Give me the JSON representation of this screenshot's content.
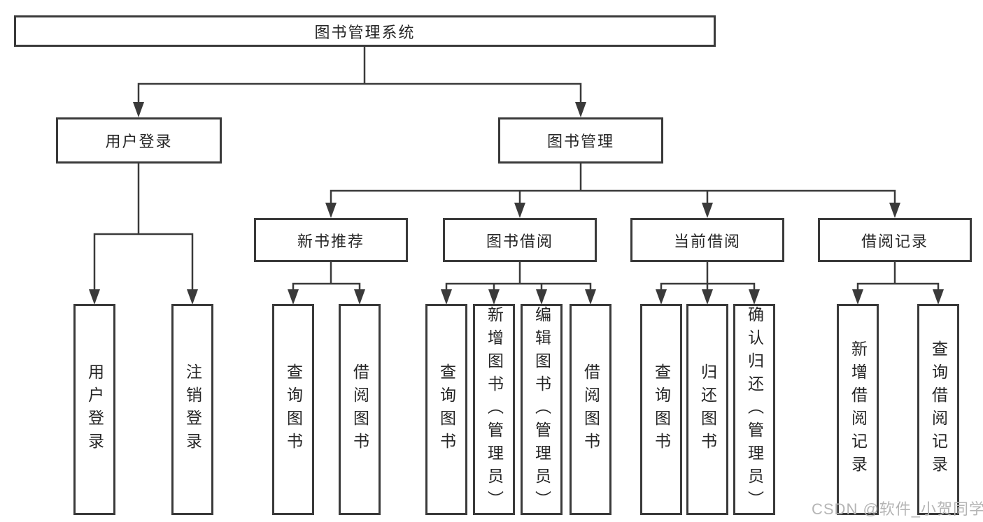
{
  "diagram": {
    "type": "tree",
    "root": {
      "label": "图书管理系统"
    },
    "branches": [
      {
        "label": "用户登录"
      },
      {
        "label": "图书管理"
      }
    ],
    "modules": [
      {
        "label": "新书推荐",
        "parent": "图书管理"
      },
      {
        "label": "图书借阅",
        "parent": "图书管理"
      },
      {
        "label": "当前借阅",
        "parent": "图书管理"
      },
      {
        "label": "借阅记录",
        "parent": "图书管理"
      }
    ],
    "leaves": [
      {
        "group": "用户登录",
        "label": "用户登录"
      },
      {
        "group": "用户登录",
        "label": "注销登录"
      },
      {
        "group": "新书推荐",
        "label": "查询图书"
      },
      {
        "group": "新书推荐",
        "label": "借阅图书"
      },
      {
        "group": "图书借阅",
        "label": "查询图书"
      },
      {
        "group": "图书借阅",
        "label": "新增图书（管理员）"
      },
      {
        "group": "图书借阅",
        "label": "编辑图书（管理员）"
      },
      {
        "group": "图书借阅",
        "label": "借阅图书"
      },
      {
        "group": "当前借阅",
        "label": "查询图书"
      },
      {
        "group": "当前借阅",
        "label": "归还图书"
      },
      {
        "group": "当前借阅",
        "label": "确认归还（管理员）"
      },
      {
        "group": "借阅记录",
        "label": "新增借阅记录"
      },
      {
        "group": "借阅记录",
        "label": "查询借阅记录"
      }
    ]
  },
  "colors": {
    "line": "#3a3a3a",
    "text": "#262626",
    "background": "#ffffff",
    "watermark": "#b5b5b5"
  },
  "watermark": {
    "text": "CSDN @软件_小贺同学"
  }
}
